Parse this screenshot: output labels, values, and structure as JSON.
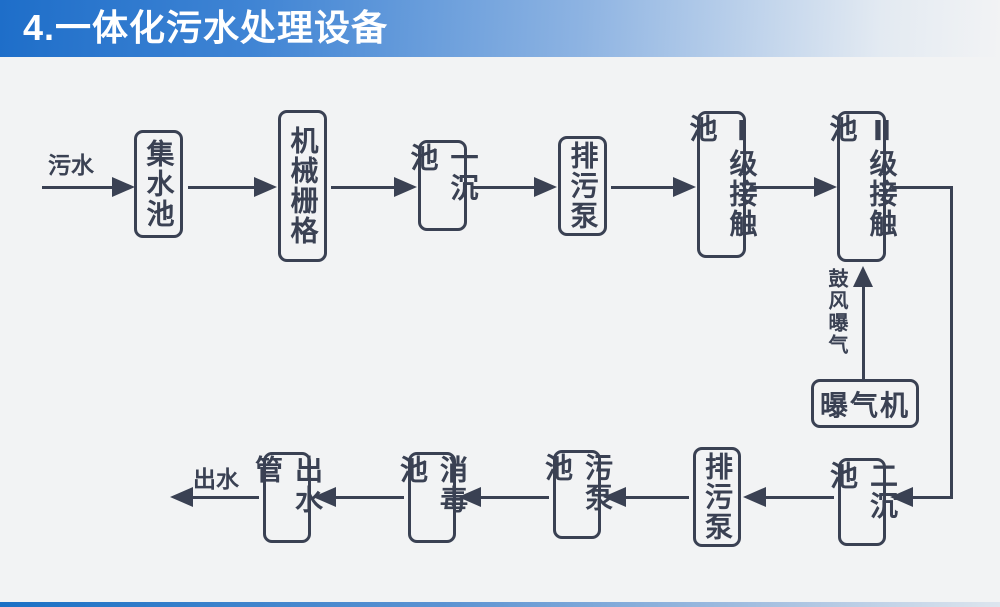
{
  "header": {
    "title": "4.一体化污水处理设备"
  },
  "flow": {
    "inflow_label": "污水",
    "outflow_label": "出水",
    "aeration_label": "鼓风曝气",
    "aerator_label": "曝气机",
    "top_row": [
      {
        "label": "集水池"
      },
      {
        "label": "机械栅格"
      },
      {
        "label": "一沉池"
      },
      {
        "label": "排污泵"
      },
      {
        "label": "Ⅰ级接触池"
      },
      {
        "label": "Ⅱ级接触池"
      }
    ],
    "bottom_row": [
      {
        "label": "二沉池"
      },
      {
        "label": "排污泵"
      },
      {
        "label": "污泵池"
      },
      {
        "label": "消毒池"
      },
      {
        "label": "出水管"
      }
    ]
  },
  "colors": {
    "ink": "#3a4153",
    "background": "#f2f3f4",
    "header_blue": "#1e6ec9",
    "footer_blue": "#1a70c5"
  }
}
